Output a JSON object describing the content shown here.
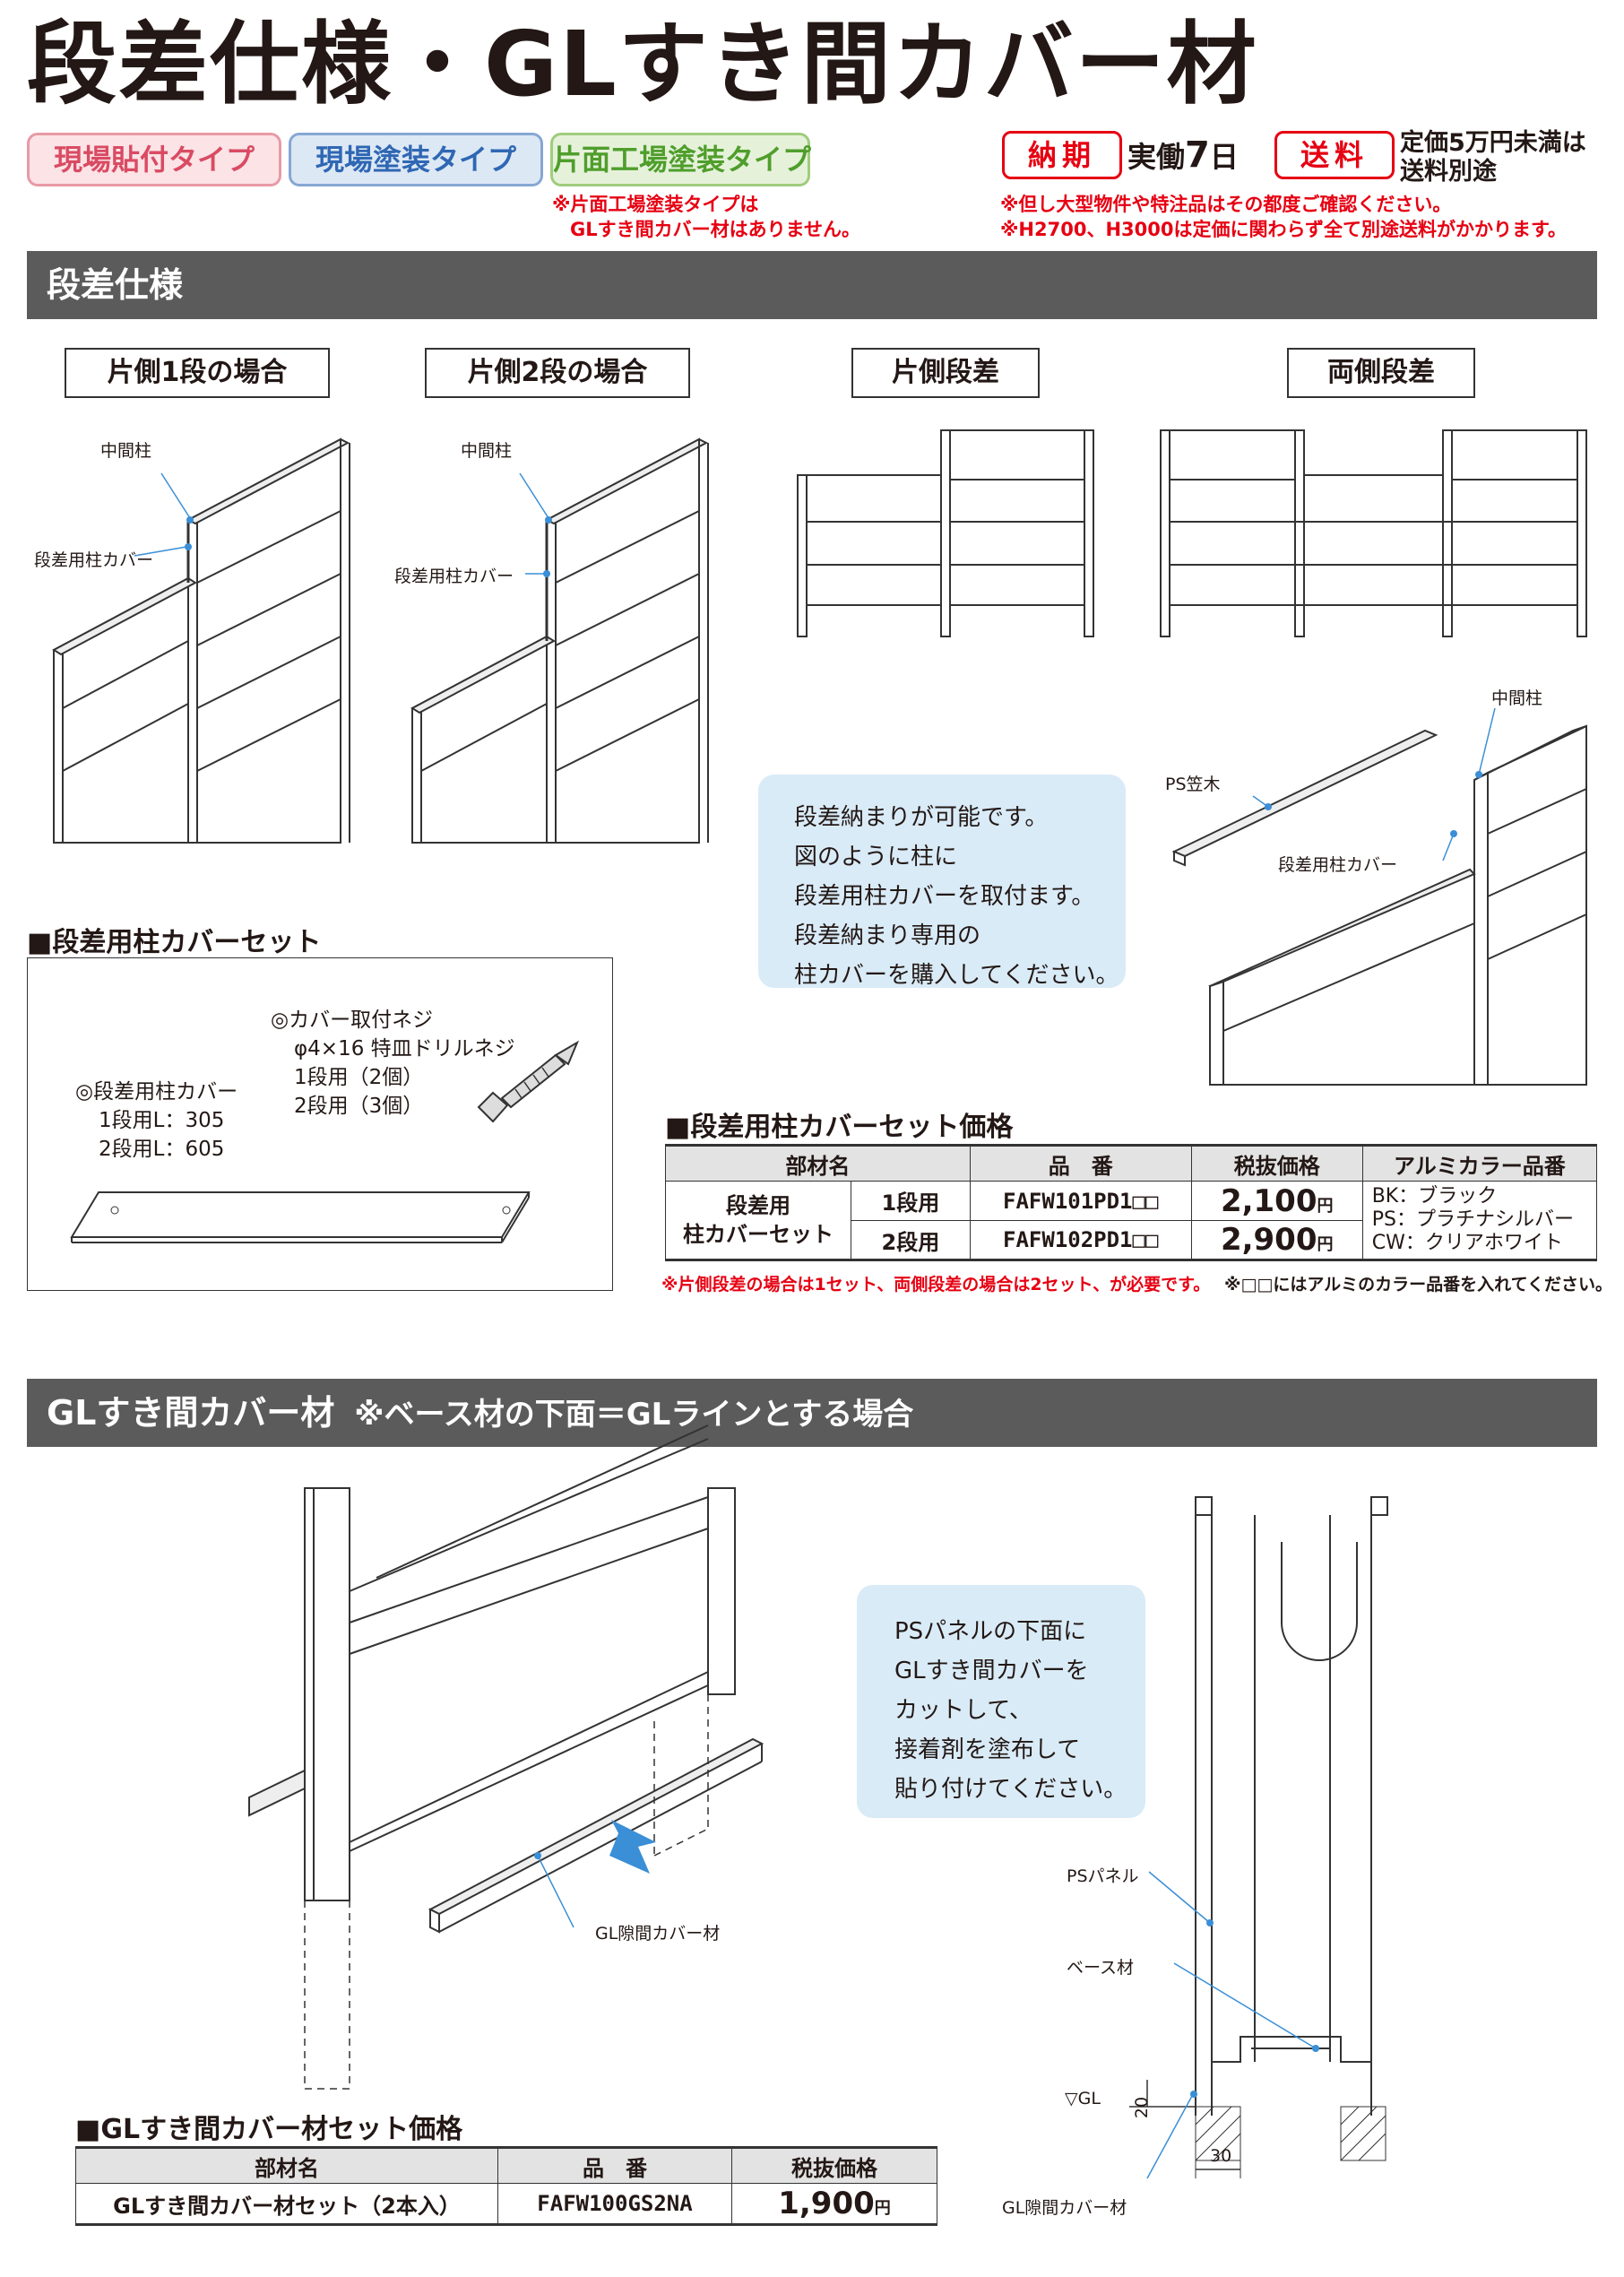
{
  "title": "段差仕様・GLすき間カバー材",
  "tags": [
    "現場貼付タイプ",
    "現場塗装タイプ",
    "片面工場塗装タイプ"
  ],
  "tag_note": [
    "※片面工場塗装タイプは",
    "GLすき間カバー材はありません。"
  ],
  "delivery": {
    "label": "納期",
    "value": "実働",
    "days": "7",
    "unit": "日"
  },
  "shipping": {
    "label": "送料",
    "text1": "定価5万円未満は",
    "text2": "送料別途"
  },
  "shipping_notes": [
    "※但し大型物件や特注品はその都度ご確認ください。",
    "※H2700、H3000は定価に関わらず全て別途送料がかかります。"
  ],
  "section1": {
    "heading": "段差仕様",
    "captions": [
      "片側1段の場合",
      "片側2段の場合",
      "片側段差",
      "両側段差"
    ],
    "labels": {
      "middle_post": "中間柱",
      "step_cover": "段差用柱カバー",
      "ps_kasagi": "PS笠木"
    },
    "info": [
      "段差納まりが可能です。",
      "図のように柱に",
      "段差用柱カバーを取付ます。",
      "段差納まり専用の",
      "柱カバーを購入してください。"
    ],
    "set_heading": "■段差用柱カバーセット",
    "set_screw": [
      "◎カバー取付ネジ",
      "φ4×16 特皿ドリルネジ",
      "1段用（2個）",
      "2段用（3個）"
    ],
    "set_cover": [
      "◎段差用柱カバー",
      "1段用L：305",
      "2段用L：605"
    ],
    "price_heading": "■段差用柱カバーセット価格",
    "table": {
      "headers": [
        "部材名",
        "品　番",
        "税抜価格",
        "アルミカラー品番"
      ],
      "part_name": [
        "段差用",
        "柱カバーセット"
      ],
      "rows": [
        {
          "type": "1段用",
          "code": "FAFW101PD1□□",
          "price": "2,100",
          "yen": "円"
        },
        {
          "type": "2段用",
          "code": "FAFW102PD1□□",
          "price": "2,900",
          "yen": "円"
        }
      ],
      "colors": [
        "BK：ブラック",
        "PS：プラチナシルバー",
        "CW：クリアホワイト"
      ]
    },
    "note_left": "※片側段差の場合は1セット、両側段差の場合は2セット、が必要です。",
    "note_right": "※□□にはアルミのカラー品番を入れてください。"
  },
  "section2": {
    "heading": "GLすき間カバー材",
    "heading_note": "※ベース材の下面＝GLラインとする場合",
    "info": [
      "PSパネルの下面に",
      "GLすき間カバーを",
      "カットして、",
      "接着剤を塗布して",
      "貼り付けてください。"
    ],
    "labels": {
      "gl_cover": "GL隙間カバー材",
      "ps_panel": "PSパネル",
      "base": "ベース材",
      "gl": "▽GL",
      "dim_h": "20",
      "dim_w": "30"
    },
    "price_heading": "■GLすき間カバー材セット価格",
    "table": {
      "headers": [
        "部材名",
        "品　番",
        "税抜価格"
      ],
      "row": {
        "name": "GLすき間カバー材セット（2本入）",
        "code": "FAFW100GS2NA",
        "price": "1,900",
        "yen": "円"
      }
    }
  },
  "colors": {
    "red": "#e60012",
    "banner": "#5b5b5b",
    "info_bg": "#d9ebf7",
    "arrow": "#3a8fd6"
  }
}
